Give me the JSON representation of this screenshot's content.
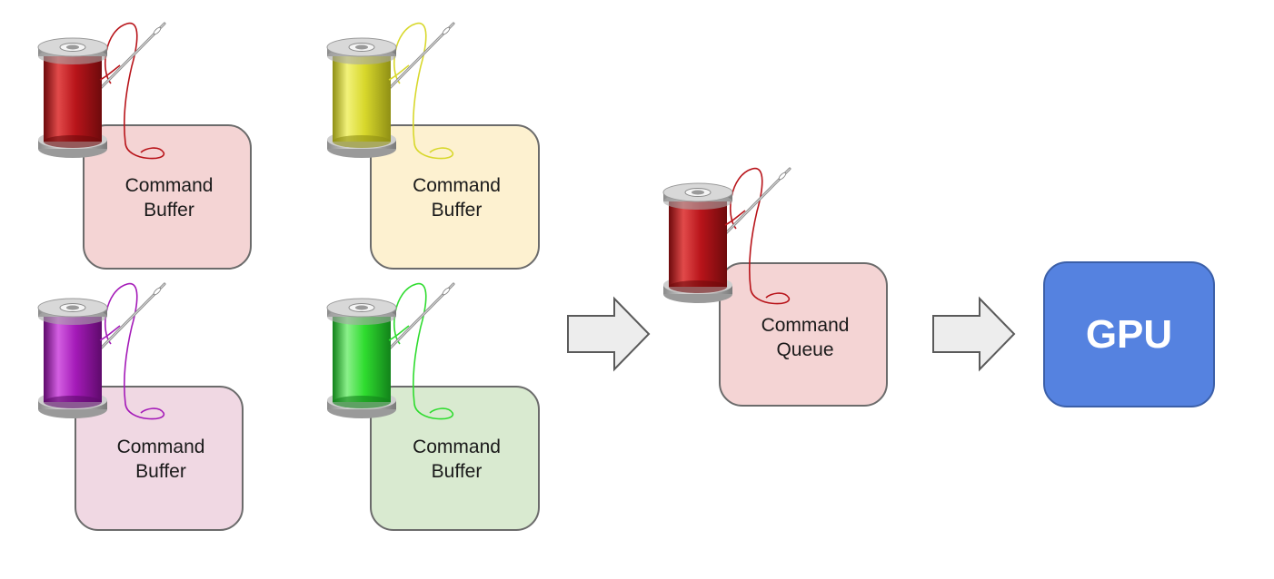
{
  "diagram": {
    "buffers": [
      {
        "id": "buffer-red",
        "line1": "Command",
        "line2": "Buffer",
        "fill": "#f4d4d4",
        "thread": "#b8141a",
        "thread_light": "#e14a4a",
        "thread_dark": "#6e0a0c"
      },
      {
        "id": "buffer-yellow",
        "line1": "Command",
        "line2": "Buffer",
        "fill": "#fdf1d0",
        "thread": "#d8d82c",
        "thread_light": "#f2f27a",
        "thread_dark": "#8f8f14"
      },
      {
        "id": "buffer-purple",
        "line1": "Command",
        "line2": "Buffer",
        "fill": "#f0d8e3",
        "thread": "#a41ab8",
        "thread_light": "#d35fe2",
        "thread_dark": "#5e0a6b"
      },
      {
        "id": "buffer-green",
        "line1": "Command",
        "line2": "Buffer",
        "fill": "#d9ead0",
        "thread": "#2fdc2f",
        "thread_light": "#8af08a",
        "thread_dark": "#12821a"
      }
    ],
    "queue": {
      "line1": "Command",
      "line2": "Queue",
      "fill": "#f4d4d4",
      "thread": "#b8141a",
      "thread_light": "#e14a4a",
      "thread_dark": "#6e0a0c"
    },
    "gpu": {
      "label": "GPU",
      "fill": "#5582e0"
    },
    "arrow_fill": "#ededed",
    "arrow_stroke": "#5a5a5a",
    "box_stroke": "#6b6b6b"
  }
}
